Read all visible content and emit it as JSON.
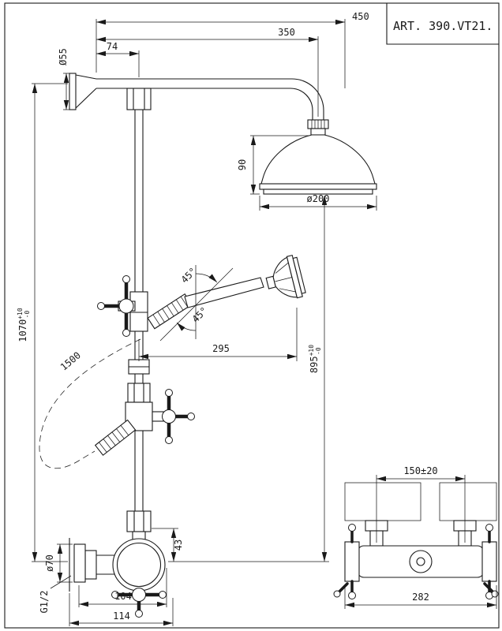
{
  "sheet": {
    "background": "#ffffff",
    "ink": "#1a1a1a"
  },
  "title_block": {
    "art_number": "ART. 390.VT21."
  },
  "dims": {
    "top_reach": "450",
    "arm_reach": "350",
    "wall_to_riser": "74",
    "flange_diameter": "Ø55",
    "head_height": "90",
    "head_diameter": "ø200",
    "column_height": "1070",
    "column_tol_plus": "+10",
    "column_tol_minus": "-0",
    "hose_length": "1500",
    "handshower_reach": "295",
    "angle_upper": "45°",
    "angle_lower": "45°",
    "head_to_valve": "895",
    "head_to_valve_tol_plus": "+10",
    "head_to_valve_tol_minus": "-0",
    "inlet_spacing": "150±20",
    "body_width": "282",
    "union_diameter": "ø70",
    "valve_width": "104",
    "valve_total_width": "114",
    "outlet_offset": "43",
    "thread_size": "G1/2"
  }
}
